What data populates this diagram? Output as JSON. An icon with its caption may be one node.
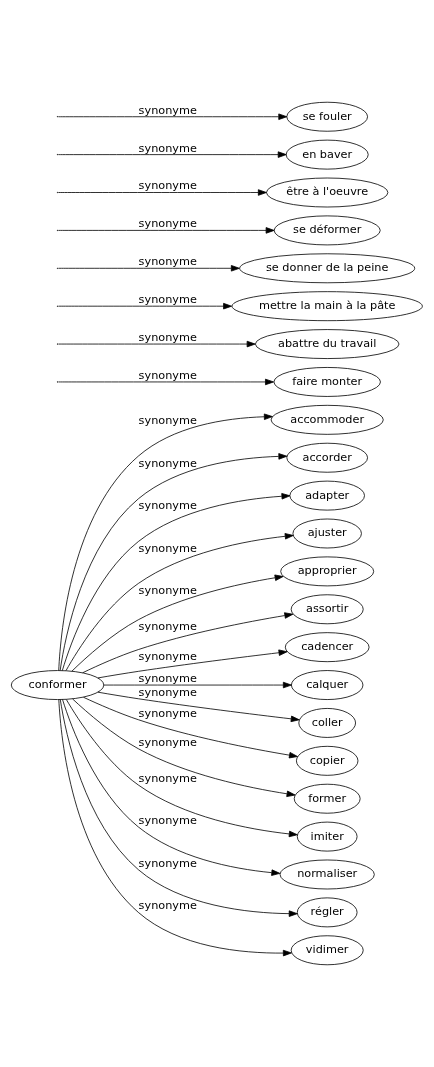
{
  "diagram": {
    "nodes": [
      {
        "text": [
          "conformer"
        ]
      },
      {
        "text": [
          "accommoder"
        ]
      },
      {
        "text": [
          "accorder"
        ]
      },
      {
        "text": [
          "adapter"
        ]
      },
      {
        "text": [
          "ajuster"
        ]
      },
      {
        "text": [
          "approprier"
        ]
      },
      {
        "text": [
          "assortir"
        ]
      },
      {
        "text": [
          "cadencer"
        ]
      },
      {
        "text": [
          "calquer"
        ]
      },
      {
        "text": [
          "faire monter"
        ]
      },
      {
        "text": [
          "coller"
        ]
      },
      {
        "text": [
          "abattre du travail"
        ]
      },
      {
        "text": [
          "copier"
        ]
      },
      {
        "text": [
          "mettre la main à la pâte"
        ]
      },
      {
        "text": [
          "former"
        ]
      },
      {
        "text": [
          "se donner de la peine"
        ]
      },
      {
        "text": [
          "imiter"
        ]
      },
      {
        "text": [
          "se déformer"
        ]
      },
      {
        "text": [
          "normaliser"
        ]
      },
      {
        "text": [
          "être à l'oeuvre"
        ]
      },
      {
        "text": [
          "régler"
        ]
      },
      {
        "text": [
          "en baver"
        ]
      },
      {
        "text": [
          "vidimer"
        ]
      },
      {
        "text": [
          "se fouler"
        ]
      }
    ],
    "edges": [
      {
        "from": 0,
        "to": 1,
        "arrow": "to",
        "label": "synonyme"
      },
      {
        "from": 0,
        "to": 2,
        "arrow": "to",
        "label": "synonyme"
      },
      {
        "from": 0,
        "to": 3,
        "arrow": "to",
        "label": "synonyme"
      },
      {
        "from": 0,
        "to": 4,
        "arrow": "to",
        "label": "synonyme"
      },
      {
        "from": 0,
        "to": 5,
        "arrow": "to",
        "label": "synonyme"
      },
      {
        "from": 0,
        "to": 6,
        "arrow": "to",
        "label": "synonyme"
      },
      {
        "from": 0,
        "to": 7,
        "arrow": "to",
        "label": "synonyme"
      },
      {
        "from": 0,
        "to": 8,
        "arrow": "to",
        "label": "synonyme"
      },
      {
        "from": null,
        "to": 9,
        "arrow": "to",
        "label": "synonyme"
      },
      {
        "from": 0,
        "to": 10,
        "arrow": "to",
        "label": "synonyme"
      },
      {
        "from": null,
        "to": 11,
        "arrow": "to",
        "label": "synonyme"
      },
      {
        "from": 0,
        "to": 12,
        "arrow": "to",
        "label": "synonyme"
      },
      {
        "from": null,
        "to": 13,
        "arrow": "to",
        "label": "synonyme"
      },
      {
        "from": 0,
        "to": 14,
        "arrow": "to",
        "label": "synonyme"
      },
      {
        "from": null,
        "to": 15,
        "arrow": "to",
        "label": "synonyme"
      },
      {
        "from": 0,
        "to": 16,
        "arrow": "to",
        "label": "synonyme"
      },
      {
        "from": null,
        "to": 17,
        "arrow": "to",
        "label": "synonyme"
      },
      {
        "from": 0,
        "to": 18,
        "arrow": "to",
        "label": "synonyme"
      },
      {
        "from": null,
        "to": 19,
        "arrow": "to",
        "label": "synonyme"
      },
      {
        "from": 0,
        "to": 20,
        "arrow": "to",
        "label": "synonyme"
      },
      {
        "from": null,
        "to": 21,
        "arrow": "to",
        "label": "synonyme"
      },
      {
        "from": 0,
        "to": 22,
        "arrow": "to",
        "label": "synonyme"
      },
      {
        "from": null,
        "to": 23,
        "arrow": "to",
        "label": "synonyme"
      }
    ]
  }
}
